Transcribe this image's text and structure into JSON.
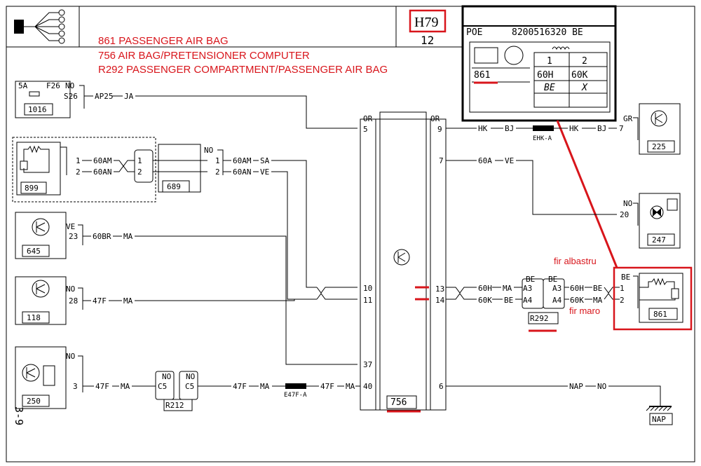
{
  "header": {
    "sheet_code": "H79",
    "sheet_num": "12",
    "side_label": "3-9",
    "legend": [
      "861   PASSENGER AIR BAG",
      "756   AIR BAG/PRETENSIONER COMPUTER",
      "R292 PASSENGER COMPARTMENT/PASSENGER AIR BAG"
    ]
  },
  "part_box": {
    "poe": "POE",
    "part_number": "8200516320 BE",
    "left_code": "861",
    "col1": "1",
    "col2": "2",
    "r1a": "60H",
    "r1b": "60K",
    "r2a": "BE",
    "r2b": "X"
  },
  "annotations": {
    "blue_wire": "fir albastru",
    "brown_wire": "fir maro"
  },
  "components": {
    "c1016": {
      "id": "1016",
      "l1": "5A",
      "l2": "F26",
      "conn": "NO",
      "pin": "S26",
      "wire": "AP25",
      "color": "JA"
    },
    "c899": {
      "id": "899",
      "p1": "1",
      "p2": "2",
      "w1": "60AM",
      "w2": "60AN"
    },
    "c689": {
      "id": "689",
      "p1": "1",
      "p2": "2",
      "conn": "NO",
      "q1": "1",
      "q2": "2",
      "w1": "60AM",
      "w2": "60AN",
      "c1": "SA",
      "c2": "VE"
    },
    "c645": {
      "id": "645",
      "conn": "VE",
      "pin": "23",
      "wire": "60BR",
      "color": "MA"
    },
    "c118": {
      "id": "118",
      "conn": "NO",
      "pin": "28",
      "wire": "47F",
      "color": "MA"
    },
    "c250": {
      "id": "250",
      "conn": "NO",
      "pin": "3",
      "wire": "47F",
      "color": "MA",
      "w2": "47F",
      "c2": "MA",
      "w3": "47F",
      "c3": "MA"
    },
    "r212": {
      "id": "R212",
      "c1": "NO",
      "c2": "NO",
      "p1": "C5",
      "p2": "C5"
    },
    "splice_e47": "E47F-A",
    "c756": {
      "id": "756",
      "lconn": "OR",
      "rconn": "OR",
      "pins_left": [
        "5",
        "10",
        "11",
        "37",
        "40"
      ],
      "pins_right": [
        "9",
        "7",
        "13",
        "14",
        "6"
      ]
    },
    "c225": {
      "id": "225",
      "conn": "GR",
      "pin": "7",
      "w1": "HK",
      "c1": "BJ",
      "w2": "HK",
      "c2": "BJ",
      "splice": "EHK-A"
    },
    "c247": {
      "id": "247",
      "conn": "NO",
      "pin": "20",
      "wire": "60A",
      "color": "VE"
    },
    "r292": {
      "id": "R292",
      "c1": "BE",
      "c2": "BE",
      "pa3": "A3",
      "pa4": "A4",
      "pb3": "A3",
      "pb4": "A4",
      "w1": "60H",
      "cl1": "MA",
      "w2": "60K",
      "cl2": "BE",
      "w3": "60H",
      "cl3": "BE",
      "w4": "60K",
      "cl4": "MA"
    },
    "c861": {
      "id": "861",
      "conn": "BE",
      "p1": "1",
      "p2": "2"
    },
    "nap": {
      "id": "NAP",
      "wire": "NAP",
      "color": "NO"
    }
  }
}
